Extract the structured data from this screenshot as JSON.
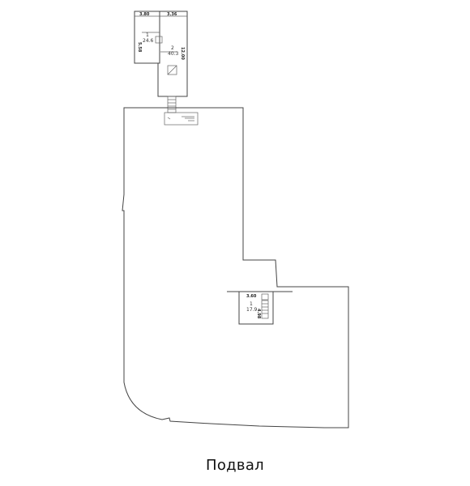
{
  "caption": "Подвал",
  "rooms": [
    {
      "number": "1",
      "area": "24.6"
    },
    {
      "number": "2",
      "area": "40.3"
    },
    {
      "number": "1",
      "area": "17.9"
    }
  ],
  "dimensions": {
    "top_left_width": "3.80",
    "top_left_height": "5.58",
    "top_right_width": "3.36",
    "top_right_height": "12.00",
    "lower_width": "3.60",
    "lower_height": "4.98"
  }
}
